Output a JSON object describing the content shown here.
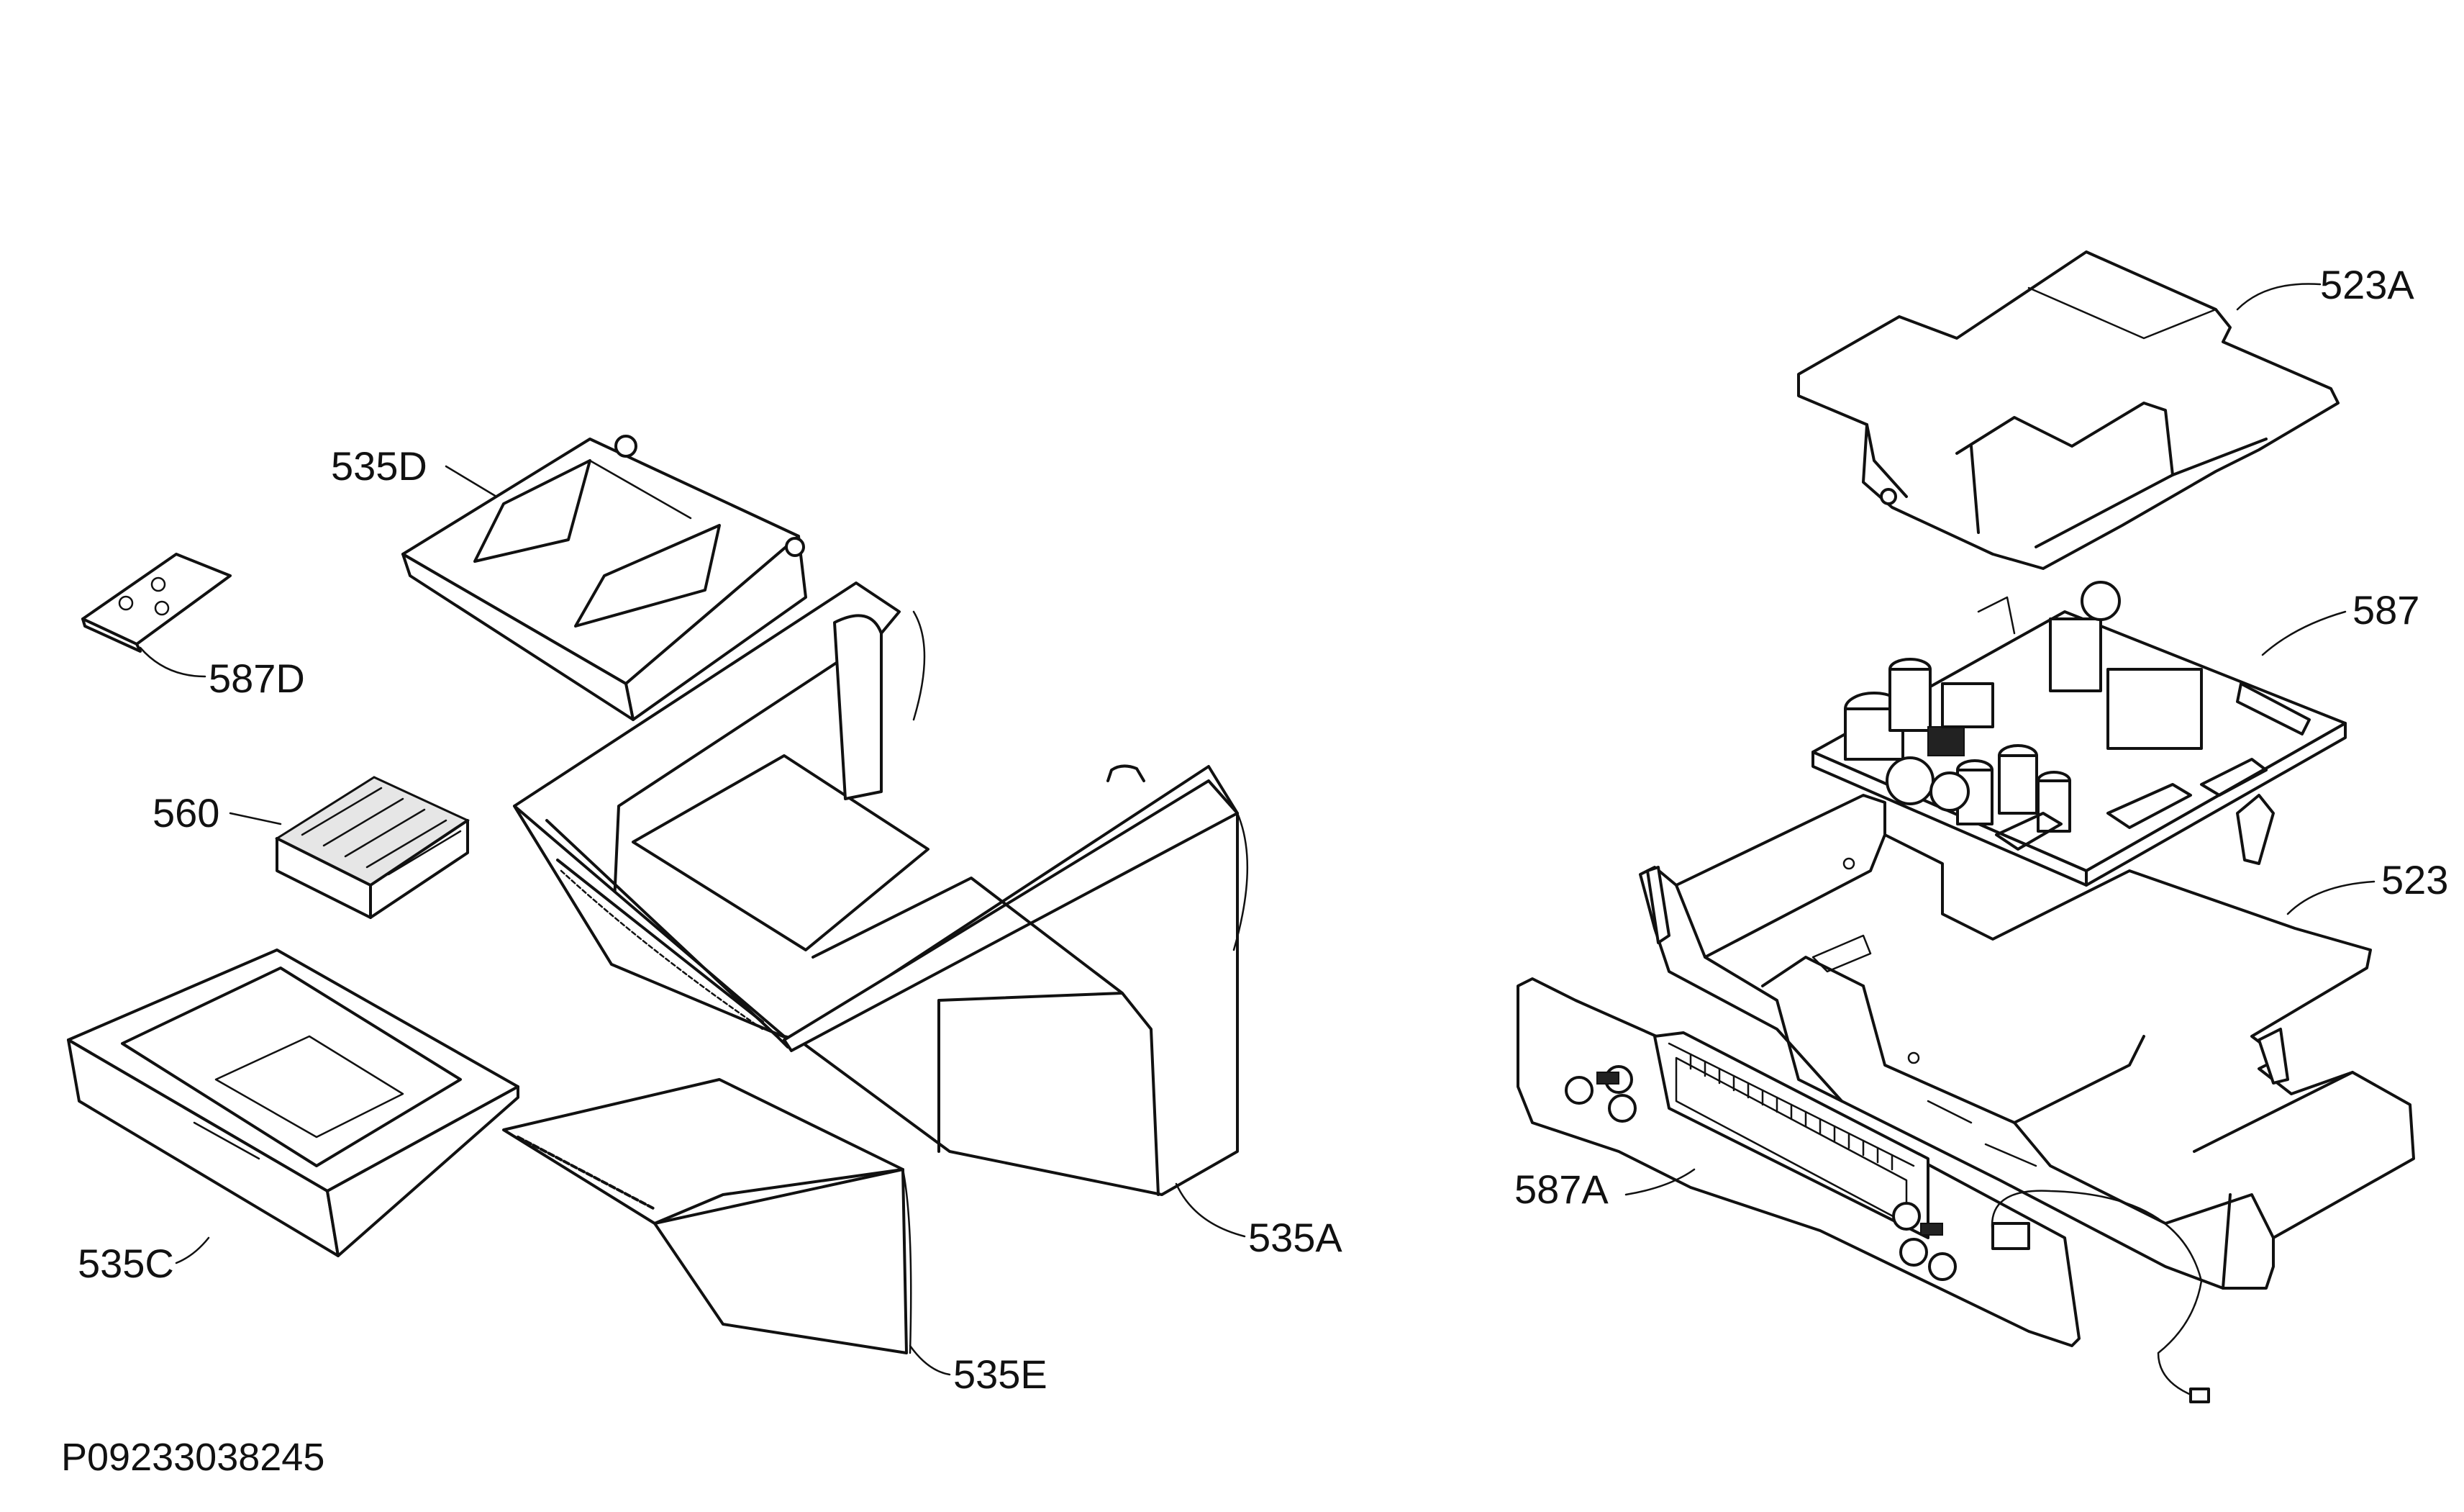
{
  "callouts": {
    "c535D": "535D",
    "c587D": "587D",
    "c560": "560",
    "c535C": "535C",
    "c535A": "535A",
    "c535E": "535E",
    "c523A": "523A",
    "c587": "587",
    "c523": "523",
    "c587A": "587A"
  },
  "drawing_code": "P09233038245"
}
